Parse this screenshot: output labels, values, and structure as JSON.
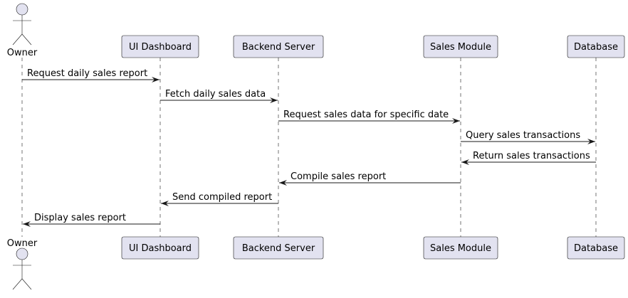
{
  "diagram": {
    "type": "sequence",
    "participants": [
      {
        "id": "owner",
        "label": "Owner",
        "kind": "actor"
      },
      {
        "id": "ui",
        "label": "UI Dashboard",
        "kind": "participant"
      },
      {
        "id": "backend",
        "label": "Backend Server",
        "kind": "participant"
      },
      {
        "id": "sales",
        "label": "Sales Module",
        "kind": "participant"
      },
      {
        "id": "db",
        "label": "Database",
        "kind": "participant"
      }
    ],
    "messages": [
      {
        "from": "owner",
        "to": "ui",
        "label": "Request daily sales report"
      },
      {
        "from": "ui",
        "to": "backend",
        "label": "Fetch daily sales data"
      },
      {
        "from": "backend",
        "to": "sales",
        "label": "Request sales data for specific date"
      },
      {
        "from": "sales",
        "to": "db",
        "label": "Query sales transactions"
      },
      {
        "from": "db",
        "to": "sales",
        "label": "Return sales transactions"
      },
      {
        "from": "sales",
        "to": "backend",
        "label": "Compile sales report"
      },
      {
        "from": "backend",
        "to": "ui",
        "label": "Send compiled report"
      },
      {
        "from": "ui",
        "to": "owner",
        "label": "Display sales report"
      }
    ],
    "colors": {
      "participant_fill": "#E2E2F0",
      "stroke": "#181818"
    }
  }
}
